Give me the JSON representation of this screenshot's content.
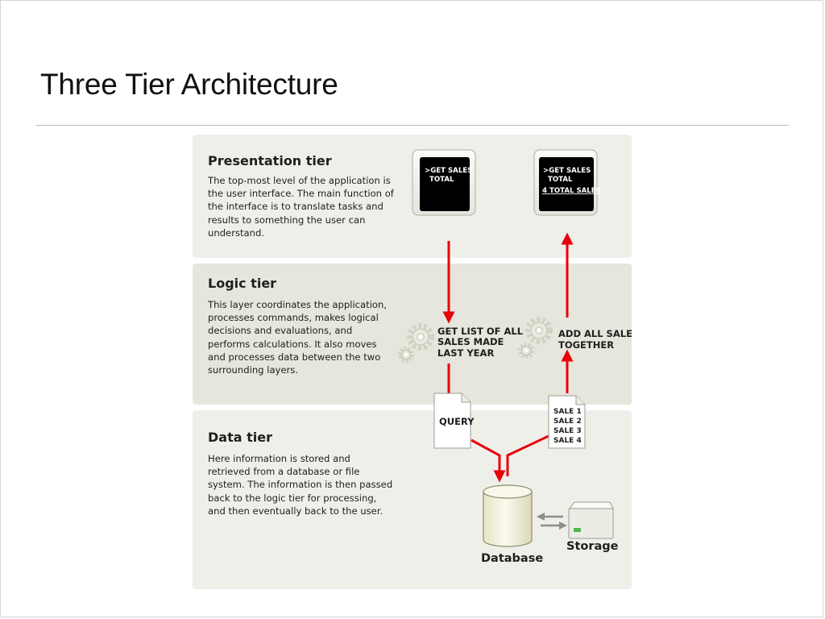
{
  "slide": {
    "title": "Three Tier Architecture"
  },
  "tiers": [
    {
      "title": "Presentation tier",
      "description": "The top-most level of the application is the user interface. The main function of the interface is to translate tasks and results to something the user can understand."
    },
    {
      "title": "Logic tier",
      "description": "This layer coordinates the application, processes commands, makes logical decisions and evaluations, and performs calculations.  It also moves and processes data between the two surrounding layers."
    },
    {
      "title": "Data tier",
      "description": "Here information is stored and retrieved from a database or file system.  The information is then passed back to the logic tier for processing, and then eventually back to the user."
    }
  ],
  "screens": {
    "left": {
      "line1": ">GET SALES",
      "line2": "TOTAL"
    },
    "right": {
      "line1": ">GET SALES",
      "line2": "TOTAL",
      "result": "4 TOTAL SALES"
    }
  },
  "logic_steps": {
    "left": [
      "GET LIST OF ALL",
      "SALES MADE",
      "LAST YEAR"
    ],
    "right": [
      "ADD ALL SALES",
      "TOGETHER"
    ]
  },
  "documents": {
    "query": "QUERY",
    "sales": [
      "SALE 1",
      "SALE 2",
      "SALE 3",
      "SALE 4"
    ]
  },
  "storage": {
    "database_label": "Database",
    "storage_label": "Storage"
  },
  "colors": {
    "arrow": "#e8000b",
    "tier_light": "#efefea",
    "tier_dark": "#e6e6dc",
    "screen": "#000000",
    "database_body": "#f1efd9",
    "storage_led": "#47b947"
  },
  "icons": {
    "gear": "gear-icon",
    "document": "document-icon",
    "database": "database-icon",
    "storage": "storage-icon"
  }
}
